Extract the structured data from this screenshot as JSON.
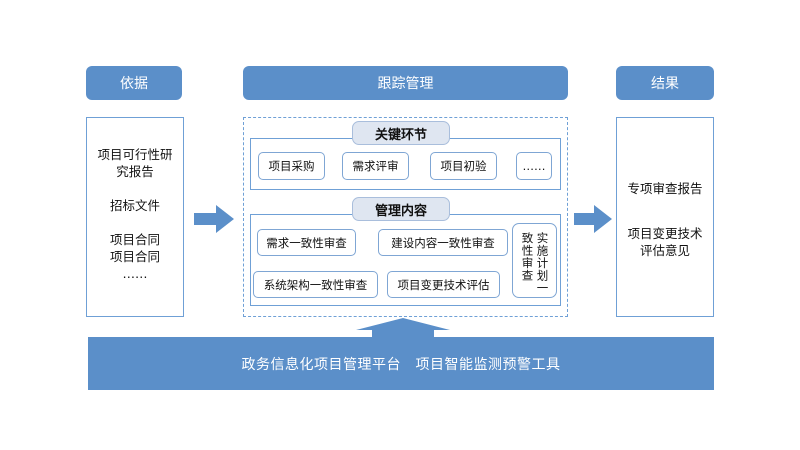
{
  "headers": {
    "left": "依据",
    "center": "跟踪管理",
    "right": "结果"
  },
  "left_panel": {
    "items": [
      [
        "项目可行性研",
        "究报告"
      ],
      [
        "招标文件"
      ],
      [
        "项目合同",
        "项目合同",
        "……"
      ]
    ]
  },
  "center_panel": {
    "key_links": {
      "title": "关键环节",
      "chips": [
        "项目采购",
        "需求评审",
        "项目初验",
        "……"
      ]
    },
    "management": {
      "title": "管理内容",
      "chips": [
        "需求一致性审查",
        "建设内容一致性审查",
        "系统架构一致性审查",
        "项目变更技术评估"
      ],
      "vertical_chip": [
        "实施计划一",
        "致性审查"
      ]
    }
  },
  "right_panel": {
    "items": [
      [
        "专项审查报告"
      ],
      [
        "项目变更技术",
        "评估意见"
      ]
    ]
  },
  "platform": {
    "text": "政务信息化项目管理平台　项目智能监测预警工具"
  },
  "colors": {
    "primary_blue": "#5b8fc9",
    "border_blue": "#6fa0d6",
    "pill_fill": "#dfe6f1"
  }
}
